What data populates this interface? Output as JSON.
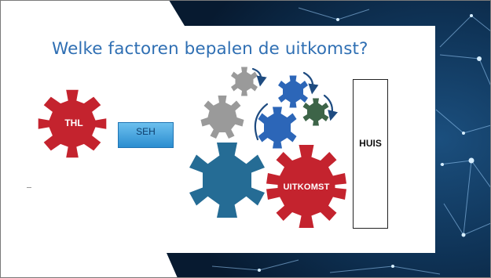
{
  "slide": {
    "title": "Welke factoren bepalen de uitkomst?"
  },
  "labels": {
    "thl": "THL",
    "seh": "SEH",
    "huis": "HUIS",
    "uitkomst": "UITKOMST"
  },
  "colors": {
    "title": "#2f6fb3",
    "thl_gear": "#c4232e",
    "uitkomst_gear": "#c4232e",
    "teal_gear": "#256c95",
    "blue_gear": "#2c66b8",
    "green_gear": "#3d6448",
    "grey_gear": "#9a9a9a",
    "seh_box": "#3fa2e0",
    "background": "#0b2948"
  }
}
